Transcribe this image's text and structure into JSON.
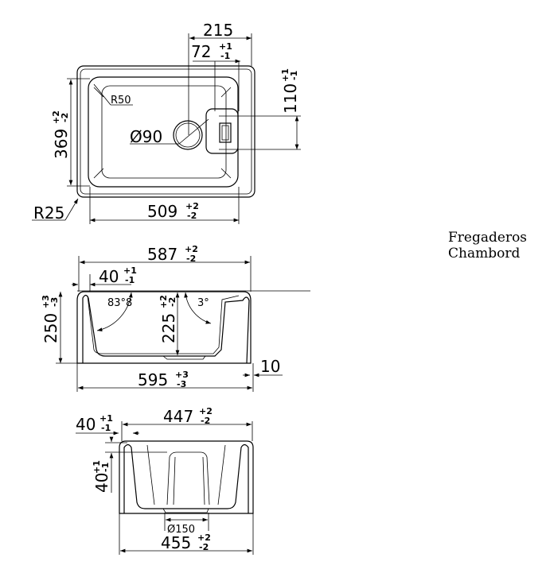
{
  "title": {
    "line1": "Fregaderos",
    "line2": "Chambord"
  },
  "top_view": {
    "width_215": "215",
    "offset_72": "72",
    "offset_72_tol_plus": "+1",
    "offset_72_tol_minus": "-1",
    "height_110": "110",
    "height_110_tol_plus": "+1",
    "height_110_tol_minus": "-1",
    "depth_369": "369",
    "depth_369_tol_plus": "+2",
    "depth_369_tol_minus": "-2",
    "width_509": "509",
    "width_509_tol_plus": "+2",
    "width_509_tol_minus": "-2",
    "radius_r50": "R50",
    "radius_r25": "R25",
    "drain_d90": "Ø90"
  },
  "side_view": {
    "width_587": "587",
    "width_587_tol_plus": "+2",
    "width_587_tol_minus": "-2",
    "rim_40": "40",
    "rim_40_tol_plus": "+1",
    "rim_40_tol_minus": "-1",
    "height_250": "250",
    "height_250_tol_plus": "+3",
    "height_250_tol_minus": "-3",
    "depth_225": "225",
    "depth_225_tol_plus": "+2",
    "depth_225_tol_minus": "-2",
    "angle_left": "83°8",
    "angle_right": "3°",
    "width_595": "595",
    "width_595_tol_plus": "+3",
    "width_595_tol_minus": "-3",
    "offset_10": "10"
  },
  "front_view": {
    "width_447": "447",
    "width_447_tol_plus": "+2",
    "width_447_tol_minus": "-2",
    "rim_40": "40",
    "rim_40_tol_plus": "+1",
    "rim_40_tol_minus": "-1",
    "height_40": "40",
    "height_40_tol_plus": "+1",
    "height_40_tol_minus": "-1",
    "drain_d150": "Ø150",
    "width_455": "455",
    "width_455_tol_plus": "+2",
    "width_455_tol_minus": "-2"
  }
}
